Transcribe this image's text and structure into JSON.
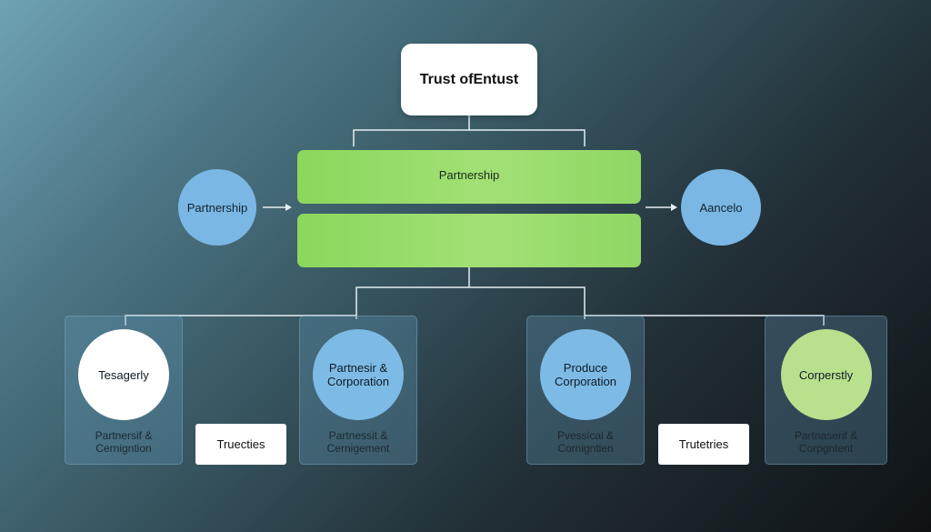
{
  "top": {
    "title": "Trust ofEntust"
  },
  "bars": [
    {
      "label": "Partnership"
    },
    {
      "label": ""
    }
  ],
  "side": {
    "left_label": "Partnership",
    "right_label": "Aancelo"
  },
  "panels": [
    {
      "circle_text": "Tesagerly",
      "caption": "Partnersif &\nCernigntion"
    },
    {
      "circle_text": "Partnesir &\nCorporation",
      "caption": "Partnessit &\nCernigement"
    },
    {
      "circle_text": "Produce\nCorporation",
      "caption": "Pvessical &\nCornigntien"
    },
    {
      "circle_text": "Corperstly",
      "caption": "Partnaserif &\nCorpgntent"
    }
  ],
  "middle": [
    {
      "label": "Truecties"
    },
    {
      "label": "Trutetries"
    }
  ],
  "colors": {
    "bar_green": "#9fdc70",
    "circle_blue": "#7dbbe6",
    "circle_green": "#b8e18e",
    "connector": "#e6eef2"
  }
}
